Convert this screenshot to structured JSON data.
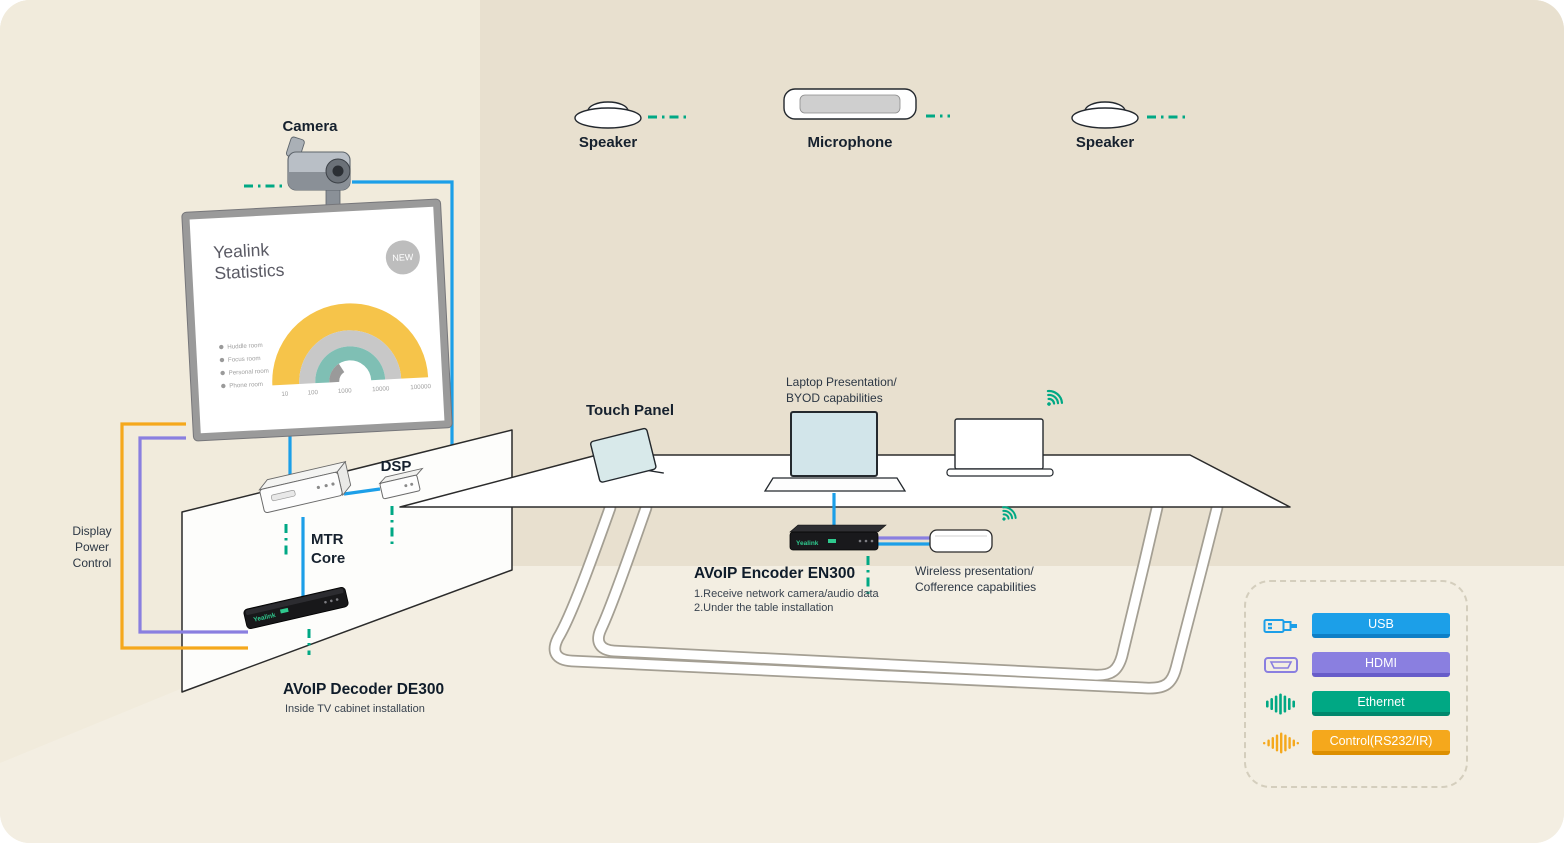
{
  "scene": {
    "camera_label": "Camera",
    "speaker_left_label": "Speaker",
    "microphone_label": "Microphone",
    "speaker_right_label": "Speaker",
    "touch_panel_label": "Touch Panel",
    "laptop_label_line1": "Laptop Presentation/",
    "laptop_label_line2": "BYOD capabilities",
    "dsp_label": "DSP",
    "mtr_label": "MTR\nCore",
    "display_power_control": "Display\nPower\nControl",
    "decoder_title": "AVoIP Decoder DE300",
    "decoder_sub": "Inside TV cabinet installation",
    "encoder_title": "AVoIP Encoder EN300",
    "encoder_note1": "1.Receive network camera/audio data",
    "encoder_note2": "2.Under the table installation",
    "wireless_label_line1": "Wireless presentation/",
    "wireless_label_line2": "Cofference capabilities"
  },
  "tv_screen": {
    "title": "Yealink\nStatistics",
    "badge": "NEW",
    "legend": [
      "Huddle room",
      "Focus room",
      "Personal room",
      "Phone room"
    ],
    "x_ticks": [
      "10",
      "100",
      "1000",
      "10000",
      "100000"
    ]
  },
  "device_brand": "Yealink",
  "legend_panel": {
    "items": [
      {
        "label": "USB",
        "color": "#1C9FE8",
        "icon": "usb-icon"
      },
      {
        "label": "HDMI",
        "color": "#8A7FE0",
        "icon": "hdmi-icon"
      },
      {
        "label": "Ethernet",
        "color": "#00A884",
        "icon": "ethernet-icon"
      },
      {
        "label": "Control(RS232/IR)",
        "color": "#F5A81C",
        "icon": "control-icon"
      }
    ]
  },
  "cable_colors": {
    "usb": "#1C9FE8",
    "hdmi": "#8A7FE0",
    "ethernet": "#00A884",
    "control": "#F5A81C"
  }
}
